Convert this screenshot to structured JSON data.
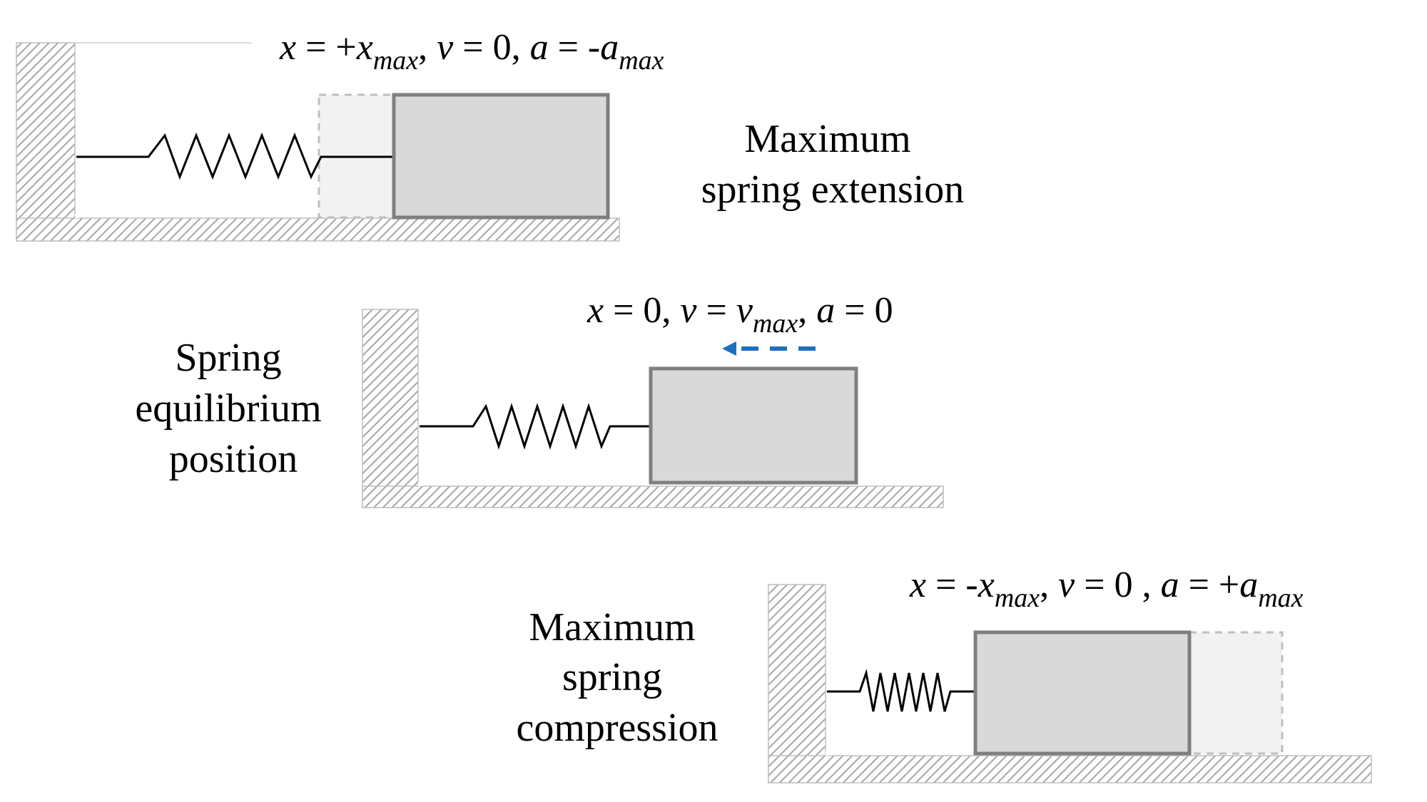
{
  "panels": [
    {
      "id": "extension",
      "equation": {
        "x_var": "x",
        "x_op": " = +",
        "x_main": "x",
        "x_sub": "max",
        "sep1": ", ",
        "v_var": "v",
        "v_rest": " = 0, ",
        "a_var": "a",
        "a_op": " = -",
        "a_main": "a",
        "a_sub": "max"
      },
      "label_lines": [
        "Maximum",
        "spring extension"
      ]
    },
    {
      "id": "equilibrium",
      "equation": {
        "x_var": "x",
        "x_rest": " = 0, ",
        "v_var": "v",
        "v_op": " = ",
        "v_main": "v",
        "v_sub": "max",
        "sep": ", ",
        "a_var": "a",
        "a_rest": " = 0"
      },
      "label_lines": [
        "Spring",
        "equilibrium",
        "position"
      ],
      "velocity_arrow": {
        "direction": "left",
        "color": "#1f6fbf"
      }
    },
    {
      "id": "compression",
      "equation": {
        "x_var": "x",
        "x_op": " = -",
        "x_main": "x",
        "x_sub": "max",
        "sep1": ", ",
        "v_var": "v",
        "v_rest": " = 0 , ",
        "a_var": "a",
        "a_op": " = +",
        "a_main": "a",
        "a_sub": "max"
      },
      "label_lines": [
        "Maximum",
        "spring",
        "compression"
      ]
    }
  ],
  "colors": {
    "block_fill": "#d9d9d9",
    "block_stroke": "#7f7f7f",
    "ghost_fill": "#f2f2f2",
    "ghost_stroke": "#bfbfbf",
    "hatch": "#a6a6a6",
    "spring": "#000000",
    "arrow": "#1f6fbf"
  }
}
